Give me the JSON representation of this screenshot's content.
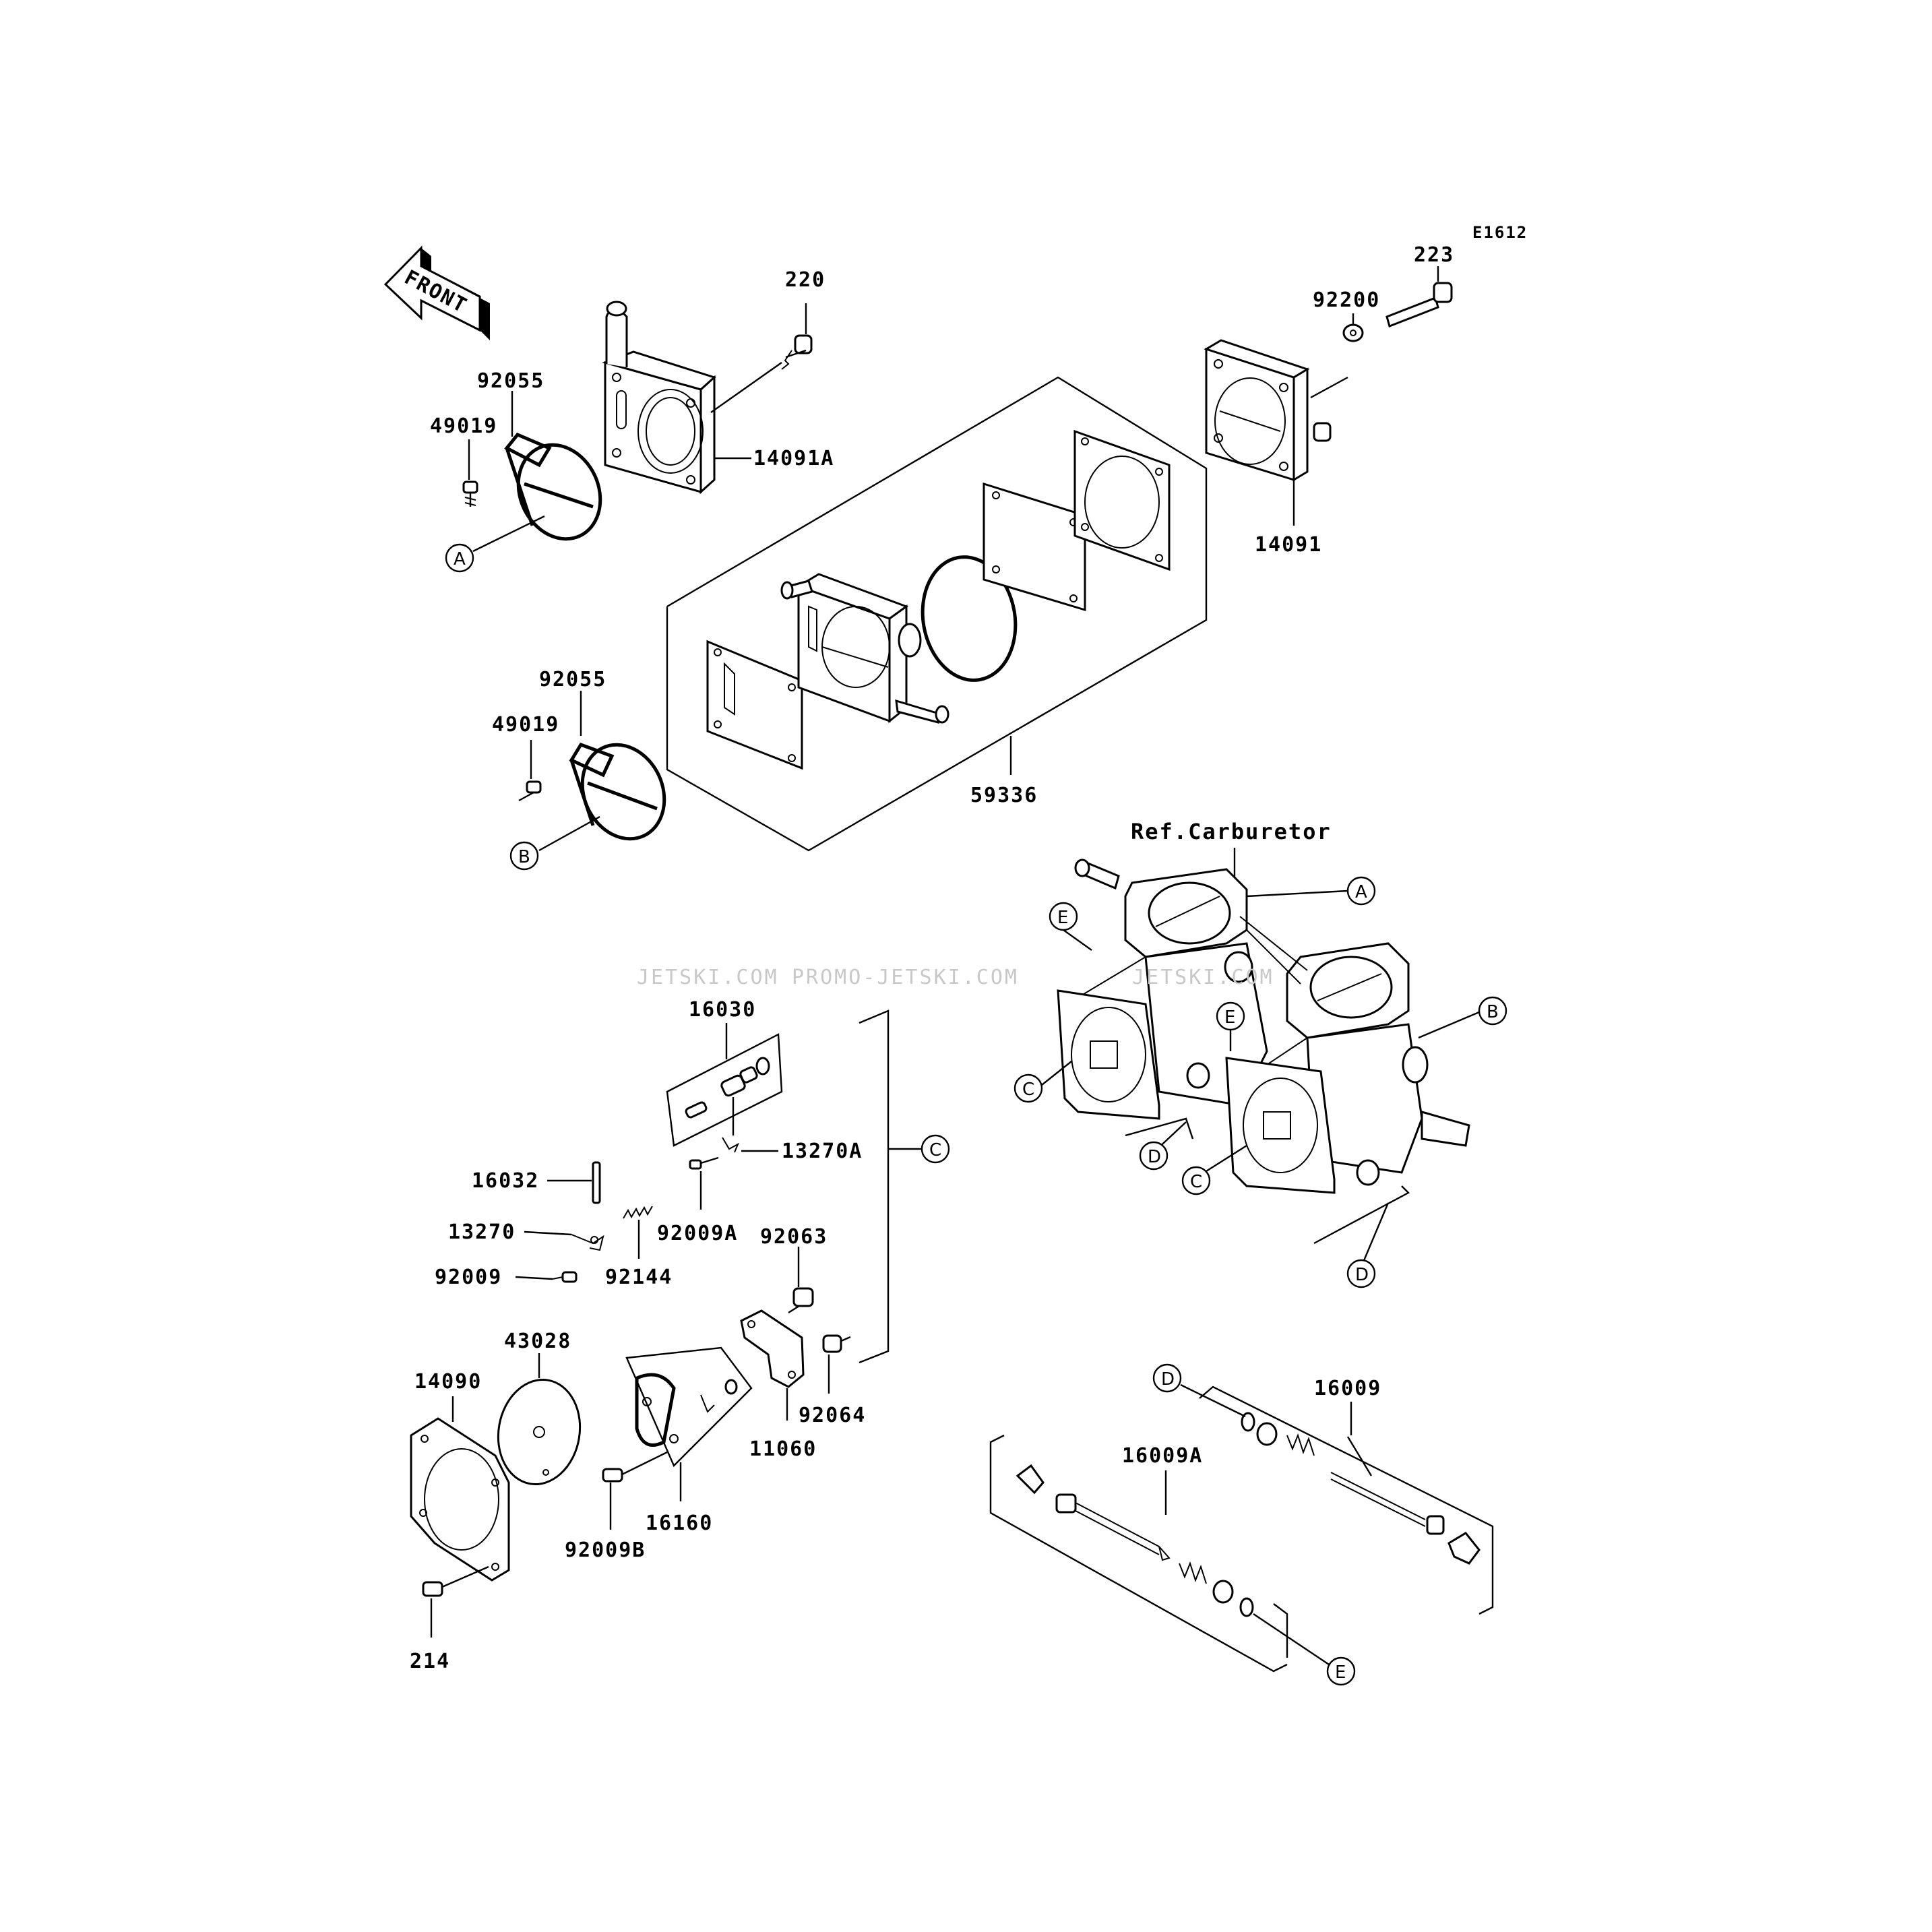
{
  "diagram": {
    "figure_code": "E1612",
    "front_arrow_label": "FRONT",
    "ref_label": "Ref.Carburetor",
    "watermarks": [
      "JETSKI.COM",
      "PROMO-JETSKI.COM",
      "JETSKI.COM"
    ],
    "parts": {
      "p220": "220",
      "p223": "223",
      "p92200": "92200",
      "p92055_top": "92055",
      "p49019_top": "49019",
      "p14091A": "14091A",
      "p14091": "14091",
      "p92055_mid": "92055",
      "p49019_mid": "49019",
      "p59336": "59336",
      "p16030": "16030",
      "p13270A": "13270A",
      "p16032": "16032",
      "p13270": "13270",
      "p92009A": "92009A",
      "p92063": "92063",
      "p92009": "92009",
      "p92144": "92144",
      "p43028": "43028",
      "p14090": "14090",
      "p11060": "11060",
      "p92064": "92064",
      "p16160": "16160",
      "p92009B": "92009B",
      "p214": "214",
      "p16009": "16009",
      "p16009A": "16009A"
    },
    "callouts": {
      "a1": "A",
      "b1": "B",
      "a2": "A",
      "e1": "E",
      "e2": "E",
      "b2": "B",
      "c1": "C",
      "d1": "D",
      "c2": "C",
      "d2": "D",
      "c3": "C",
      "d3": "D",
      "e3": "E"
    }
  }
}
